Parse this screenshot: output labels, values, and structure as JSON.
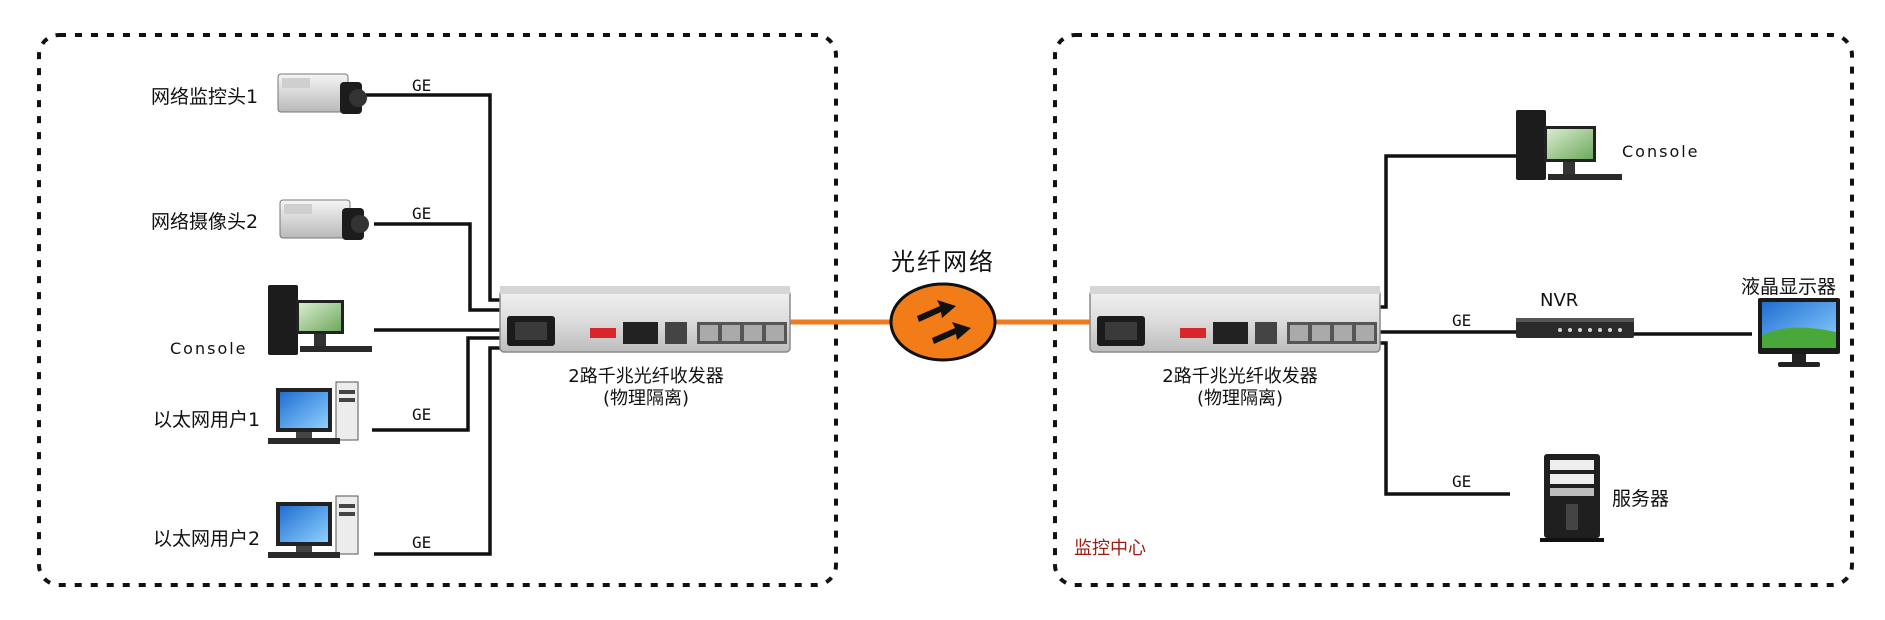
{
  "left_zone": {
    "camera_1": "网络监控头1",
    "camera_2": "网络摄像头2",
    "console": "Console",
    "user_1": "以太网用户1",
    "user_2": "以太网用户2",
    "transceiver_line1": "2路千兆光纤收发器",
    "transceiver_line2": "(物理隔离)"
  },
  "fiber_network": "光纤网络",
  "right_zone": {
    "console": "Console",
    "nvr": "NVR",
    "lcd": "液晶显示器",
    "server": "服务器",
    "center_label": "监控中心",
    "transceiver_line1": "2路千兆光纤收发器",
    "transceiver_line2": "(物理隔离)"
  },
  "link_label": "GE",
  "colors": {
    "fiber": "#f07a1e",
    "fiber_node": "#f27c18",
    "wire": "#111111",
    "dashed_border": "#111111",
    "center_label": "#9b1c10"
  },
  "icons": [
    "ip-camera-icon",
    "desktop-computer-icon",
    "fiber-transceiver-icon",
    "nvr-device-icon",
    "lcd-monitor-icon",
    "server-tower-icon",
    "fiber-cloud-arrows-icon"
  ]
}
